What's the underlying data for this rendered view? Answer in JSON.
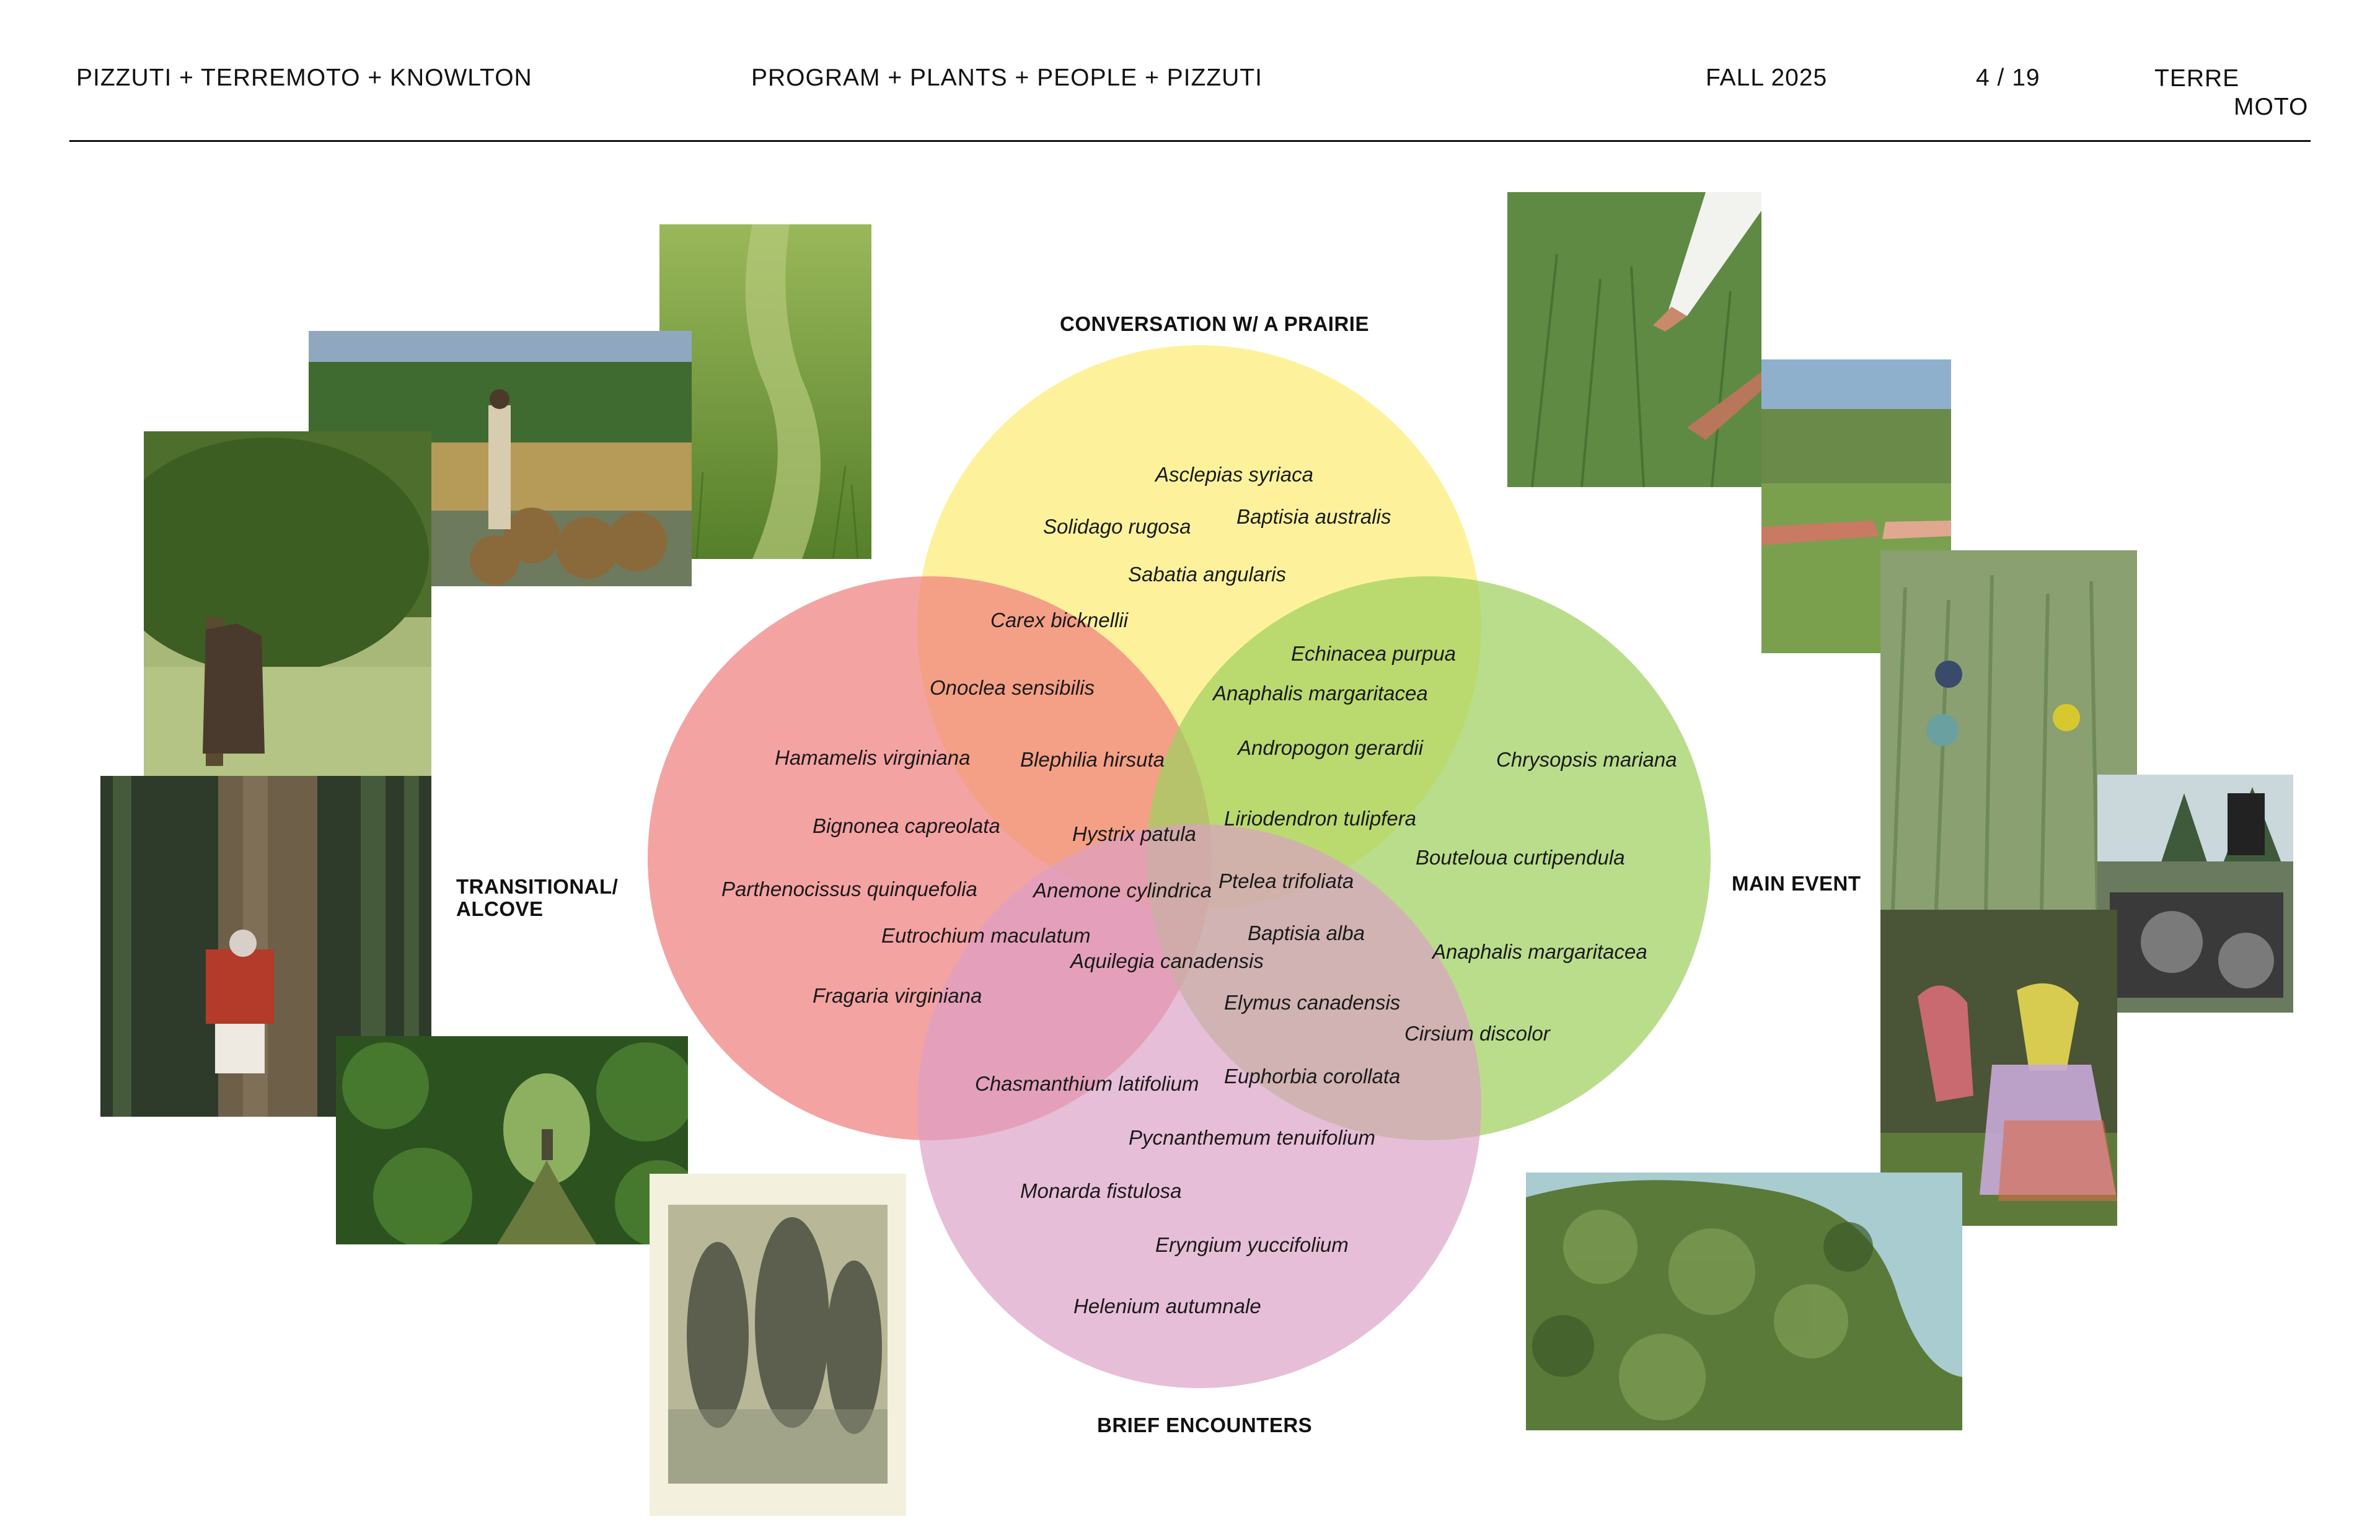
{
  "header": {
    "left": "PIZZUTI + TERREMOTO + KNOWLTON",
    "center": "PROGRAM + PLANTS + PEOPLE + PIZZUTI",
    "season": "FALL 2025",
    "page": "4 / 19",
    "logo_line1": "TERRE",
    "logo_line2": "MOTO"
  },
  "diagram": {
    "categories": {
      "top": "CONVERSATION W/ A PRAIRIE",
      "left_line1": "TRANSITIONAL/",
      "left_line2": "ALCOVE",
      "right": "MAIN EVENT",
      "bottom": "BRIEF ENCOUNTERS"
    },
    "circle_colors": {
      "prairie": "#fdf08a",
      "alcove": "#f08080",
      "main_event": "#9fd060",
      "brief_encounters": "#dc9fc6"
    },
    "plants": [
      "Asclepias syriaca",
      "Solidago rugosa",
      "Baptisia australis",
      "Sabatia angularis",
      "Carex bicknellii",
      "Echinacea purpua",
      "Onoclea sensibilis",
      "Anaphalis margaritacea",
      "Hamamelis virginiana",
      "Blephilia hirsuta",
      "Andropogon gerardii",
      "Chrysopsis mariana",
      "Liriodendron tulipfera",
      "Bignonea capreolata",
      "Hystrix patula",
      "Bouteloua curtipendula",
      "Parthenocissus quinquefolia",
      "Anemone cylindrica",
      "Ptelea trifoliata",
      "Eutrochium maculatum",
      "Baptisia alba",
      "Anaphalis margaritacea",
      "Aquilegia canadensis",
      "Fragaria virginiana",
      "Elymus canadensis",
      "Cirsium discolor",
      "Euphorbia corollata",
      "Chasmanthium latifolium",
      "Pycnanthemum tenuifolium",
      "Monarda fistulosa",
      "Eryngium yuccifolium",
      "Helenium autumnale"
    ]
  },
  "photos": [
    {
      "name": "meadow-path-photo",
      "colors": [
        "#8db04a",
        "#5d8a2e"
      ]
    },
    {
      "name": "sunflower-field-walker-photo",
      "colors": [
        "#6a8c5a",
        "#b89a60"
      ]
    },
    {
      "name": "figure-under-tree-photo",
      "colors": [
        "#5e7a3a",
        "#a8b870"
      ]
    },
    {
      "name": "tree-hug-photo",
      "colors": [
        "#3c4a2e",
        "#6a5a44"
      ]
    },
    {
      "name": "green-tunnel-photo",
      "colors": [
        "#2f5a22",
        "#6e9a48"
      ]
    },
    {
      "name": "blurred-crowd-photo",
      "colors": [
        "#c8c6a2",
        "#4a4e3e"
      ]
    },
    {
      "name": "hand-in-grass-photo",
      "colors": [
        "#4e7a38",
        "#9ab870"
      ]
    },
    {
      "name": "hands-exchange-photo",
      "colors": [
        "#8ab0c8",
        "#5e8a3a"
      ]
    },
    {
      "name": "children-in-field-photo",
      "colors": [
        "#7e9a5e",
        "#a8b890"
      ]
    },
    {
      "name": "dj-turntables-photo",
      "colors": [
        "#4a5a48",
        "#9aa6a0"
      ]
    },
    {
      "name": "dancers-photo",
      "colors": [
        "#4e5a38",
        "#c86a6a"
      ]
    },
    {
      "name": "shrub-sky-photo",
      "colors": [
        "#5e7e3a",
        "#a8ccd0"
      ]
    }
  ]
}
